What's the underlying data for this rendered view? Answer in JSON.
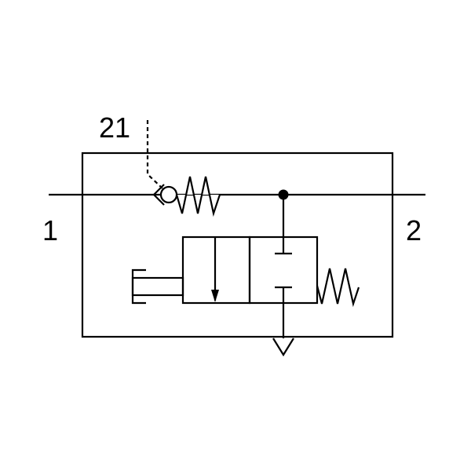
{
  "diagram": {
    "labels": {
      "port_21": "21",
      "port_1": "1",
      "port_2": "2"
    }
  },
  "colors": {
    "line": "#000000",
    "background": "#ffffff"
  }
}
